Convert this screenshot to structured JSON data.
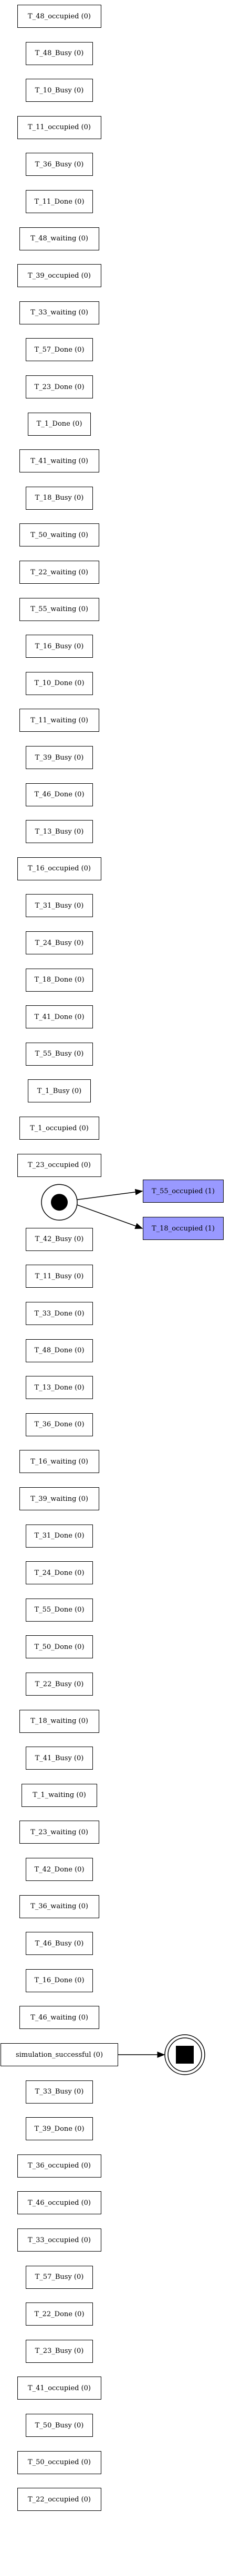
{
  "colors": {
    "active_fill": "#9999ff",
    "stroke": "#000000",
    "background": "#ffffff"
  },
  "start_icon": "initial-state-icon",
  "end_icon": "final-state-icon",
  "nodes_column": [
    "T_48_occupied (0)",
    "T_48_Busy (0)",
    "T_10_Busy (0)",
    "T_11_occupied (0)",
    "T_36_Busy (0)",
    "T_11_Done (0)",
    "T_48_waiting (0)",
    "T_39_occupied (0)",
    "T_33_waiting (0)",
    "T_57_Done (0)",
    "T_23_Done (0)",
    "T_1_Done (0)",
    "T_41_waiting (0)",
    "T_18_Busy (0)",
    "T_50_waiting (0)",
    "T_22_waiting (0)",
    "T_55_waiting (0)",
    "T_16_Busy (0)",
    "T_10_Done (0)",
    "T_11_waiting (0)",
    "T_39_Busy (0)",
    "T_46_Done (0)",
    "T_13_Busy (0)",
    "T_16_occupied (0)",
    "T_31_Busy (0)",
    "T_24_Busy (0)",
    "T_18_Done (0)",
    "T_41_Done (0)",
    "T_55_Busy (0)",
    "T_1_Busy (0)",
    "T_1_occupied (0)",
    "T_23_occupied (0)",
    "__START__",
    "T_42_Busy (0)",
    "T_11_Busy (0)",
    "T_33_Done (0)",
    "T_48_Done (0)",
    "T_13_Done (0)",
    "T_36_Done (0)",
    "T_16_waiting (0)",
    "T_39_waiting (0)",
    "T_31_Done (0)",
    "T_24_Done (0)",
    "T_55_Done (0)",
    "T_50_Done (0)",
    "T_22_Busy (0)",
    "T_18_waiting (0)",
    "T_41_Busy (0)",
    "T_1_waiting (0)",
    "T_23_waiting (0)",
    "T_42_Done (0)",
    "T_36_waiting (0)",
    "T_46_Busy (0)",
    "T_16_Done (0)",
    "T_46_waiting (0)",
    "simulation_successful (0)",
    "T_33_Busy (0)",
    "T_39_Done (0)",
    "T_36_occupied (0)",
    "T_46_occupied (0)",
    "T_33_occupied (0)",
    "T_57_Busy (0)",
    "T_22_Done (0)",
    "T_23_Busy (0)",
    "T_41_occupied (0)",
    "T_50_Busy (0)",
    "T_50_occupied (0)",
    "T_22_occupied (0)"
  ],
  "active_nodes": [
    "T_55_occupied (1)",
    "T_18_occupied (1)"
  ]
}
